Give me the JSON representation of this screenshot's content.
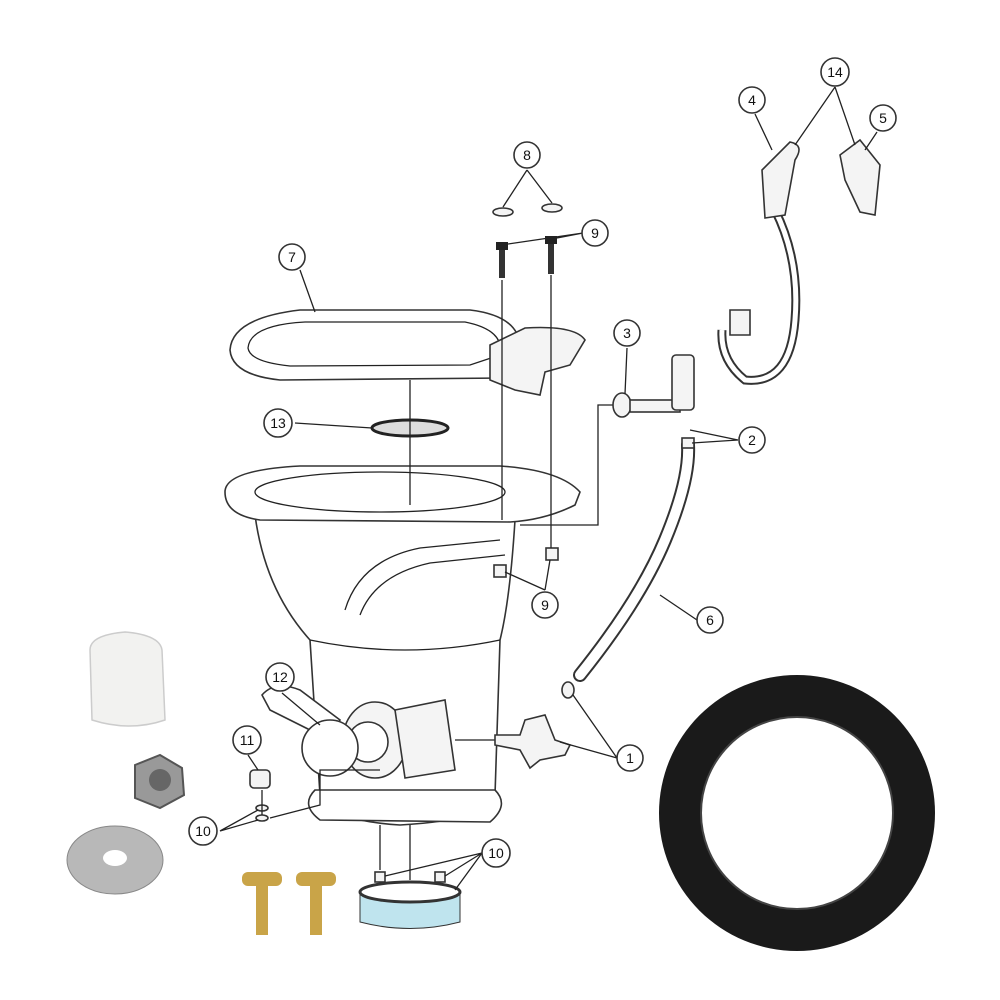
{
  "diagram": {
    "title": "",
    "callouts": {
      "c1": "1",
      "c2": "2",
      "c3": "3",
      "c4": "4",
      "c5": "5",
      "c6": "6",
      "c7": "7",
      "c8": "8",
      "c9a": "9",
      "c9b": "9",
      "c10a": "10",
      "c10b": "10",
      "c11": "11",
      "c12": "12",
      "c13": "13",
      "c14": "14"
    },
    "colors": {
      "gasket": "#1a1a1a",
      "cap": "#f2f2f0",
      "bolt": "#c9a448",
      "washer": "#b8b8b8",
      "flange_ring": "#bfe4ee"
    }
  }
}
